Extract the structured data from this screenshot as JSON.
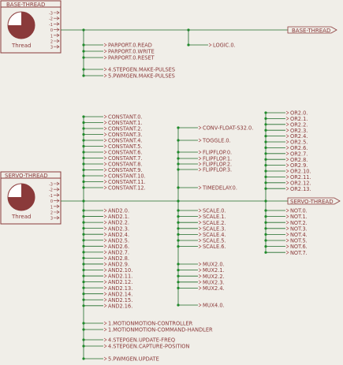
{
  "colors": {
    "background": "#f0eee8",
    "thread_box": "#8a3a3a",
    "wire": "#1f6b2a",
    "junction": "#1f8a2a",
    "label": "#8a3a3a",
    "func_pin": "#a33a3a"
  },
  "threads": [
    {
      "id": "base",
      "title": "BASE-THREAD",
      "caption": "Thread",
      "pins": [
        "-3",
        "-2",
        "-1",
        "0",
        "1",
        "2",
        "3"
      ],
      "output_label": "BASE-THREAD"
    },
    {
      "id": "servo",
      "title": "SERVO-THREAD",
      "caption": "Thread",
      "pins": [
        "-3",
        "-2",
        "-1",
        "0",
        "1",
        "2",
        "3"
      ],
      "output_label": "SERVO-THREAD"
    }
  ],
  "base_functions": {
    "col1": [
      "PARPORT.0.READ",
      "PARPORT.0.WRITE",
      "PARPORT.0.RESET",
      "4.STEPGEN.MAKE-PULSES",
      "5.PWMGEN.MAKE-PULSES"
    ],
    "col2": [
      "LOGIC.0."
    ]
  },
  "servo_functions": {
    "col1_top": [
      "CONSTANT.0.",
      "CONSTANT.1.",
      "CONSTANT.2.",
      "CONSTANT.3.",
      "CONSTANT.4.",
      "CONSTANT.5.",
      "CONSTANT.6.",
      "CONSTANT.7.",
      "CONSTANT.8.",
      "CONSTANT.9.",
      "CONSTANT.10.",
      "CONSTANT.11.",
      "CONSTANT.12."
    ],
    "col1_bottom": [
      "AND2.0.",
      "AND2.1.",
      "AND2.2.",
      "AND2.3.",
      "AND2.4.",
      "AND2.5.",
      "AND2.6.",
      "AND2.7.",
      "AND2.8.",
      "AND2.9.",
      "AND2.10.",
      "AND2.11.",
      "AND2.12.",
      "AND2.13.",
      "AND2.14.",
      "AND2.15.",
      "AND2.16."
    ],
    "col1_extra": [
      "1.MOTIONMOTION-CONTROLLER",
      "1.MOTIONMOTION-COMMAND-HANDLER",
      "4.STEPGEN.UPDATE-FREQ",
      "4.STEPGEN.CAPTURE-POSITION",
      "5.PWMGEN.UPDATE"
    ],
    "col2_top": [
      "CONV-FLOAT-S32.0.",
      "TOGGLE.0.",
      "FLIPFLOP.0.",
      "FLIPFLOP.1.",
      "FLIPFLOP.2.",
      "FLIPFLOP.3.",
      "TIMEDELAY.0."
    ],
    "col2_bottom": [
      "SCALE.0.",
      "SCALE.1.",
      "SCALE.2.",
      "SCALE.3.",
      "SCALE.4.",
      "SCALE.5.",
      "SCALE.6.",
      "MUX2.0.",
      "MUX2.1.",
      "MUX2.2.",
      "MUX2.3.",
      "MUX2.4.",
      "MUX4.0."
    ],
    "col3_top": [
      "OR2.0.",
      "OR2.1.",
      "OR2.2.",
      "OR2.3.",
      "OR2.4.",
      "OR2.5.",
      "OR2.6.",
      "OR2.7.",
      "OR2.8.",
      "OR2.9.",
      "OR2.10.",
      "OR2.11.",
      "OR2.12.",
      "OR2.13."
    ],
    "col3_bottom": [
      "NOT.0.",
      "NOT.1.",
      "NOT.2.",
      "NOT.3.",
      "NOT.4.",
      "NOT.5.",
      "NOT.6.",
      "NOT.7."
    ]
  }
}
